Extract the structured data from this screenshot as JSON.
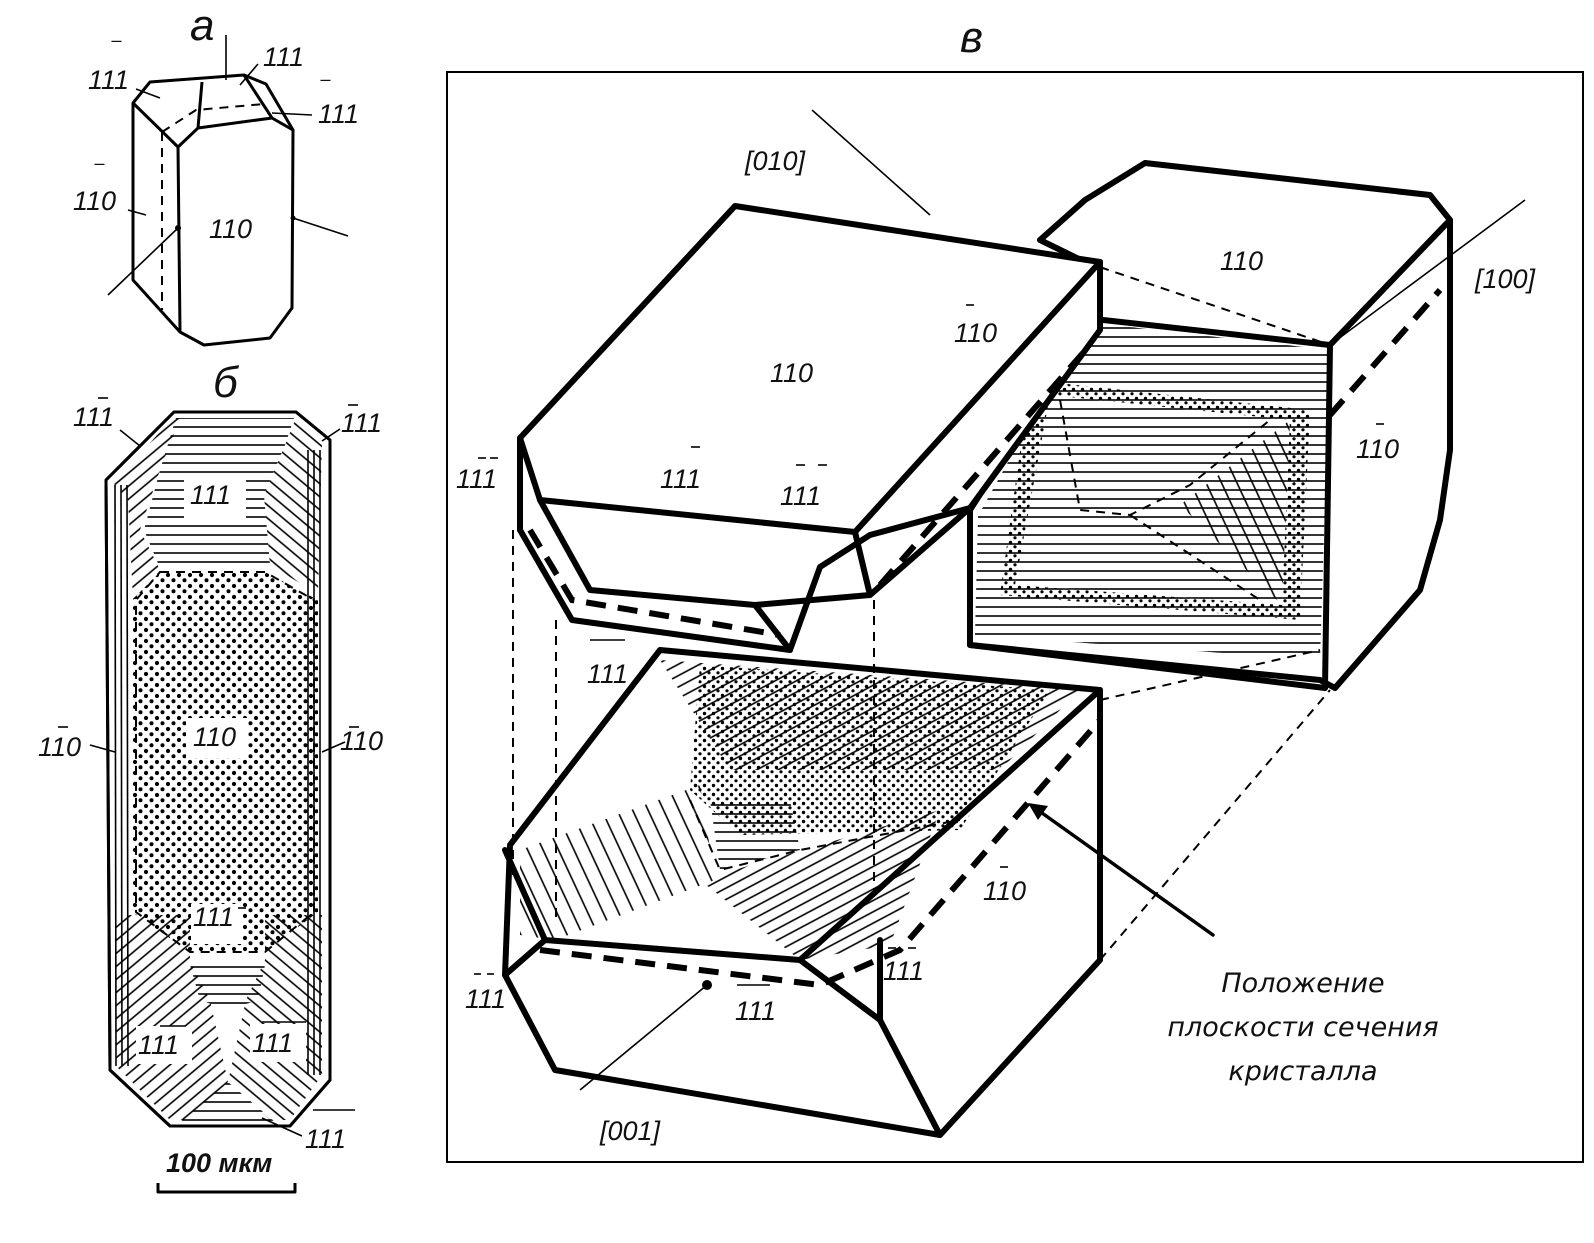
{
  "panels": {
    "a": {
      "letter": "а",
      "faces": [
        {
          "id": "top-left",
          "label": "111",
          "bar": "-111",
          "overbar_text": "‾"
        },
        {
          "id": "top-right",
          "label": "111",
          "bar": "111"
        },
        {
          "id": "right-small",
          "label": "111",
          "bar": "‾111"
        },
        {
          "id": "left-prism",
          "label": "110",
          "bar": "‾110"
        },
        {
          "id": "front-prism",
          "label": "110",
          "bar": "110"
        }
      ],
      "bars": {
        "top_left": "‾",
        "right_small": "‾",
        "left_prism": "‾"
      }
    },
    "b": {
      "letter": "б",
      "labels": {
        "top_left": "111",
        "top_right": "111",
        "top_center": "111",
        "mid_center": "110",
        "left_side": "110",
        "right_side": "110",
        "lower_center": "111",
        "bottom_left": "111",
        "bottom_right": "111",
        "bottom_tip": "111"
      },
      "scale_bar": "100 мкм"
    },
    "c": {
      "letter": "в",
      "axes": {
        "x": "[100]",
        "y": "[010]",
        "z": "[001]"
      },
      "labels": {
        "upper_top": "110",
        "upper_side": "110",
        "upper_front": "111",
        "upper_corner_left": "111",
        "upper_corner_right": "111",
        "upper_bottom": "111",
        "right_top": "110",
        "right_side": "110",
        "lower_side": "110",
        "lower_left": "111",
        "lower_front": "111",
        "lower_right": "111"
      },
      "note_lines": [
        "Положение",
        "плоскости сечения",
        "кристалла"
      ]
    }
  }
}
